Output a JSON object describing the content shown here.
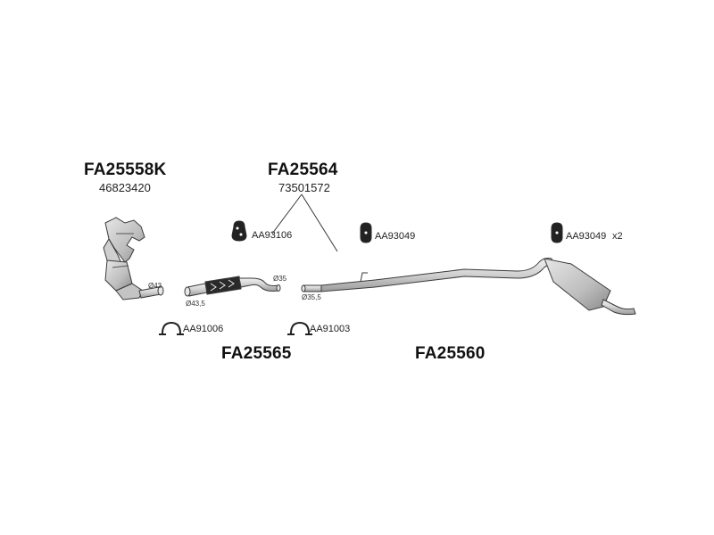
{
  "groups": {
    "manifold": {
      "code": "FA25558K",
      "oem": "46823420",
      "dia_out": "Ø43"
    },
    "front_pipe": {
      "code": "FA25564",
      "oem": "73501572"
    },
    "middle": {
      "code": "FA25565",
      "dia_in": "Ø43,5",
      "dia_out": "Ø35"
    },
    "rear": {
      "code": "FA25560",
      "dia_in": "Ø35,5"
    }
  },
  "fittings": {
    "mount_front": "AA93106",
    "mount_mid": "AA93049",
    "mount_rear": "AA93049",
    "mount_rear_qty": "x2",
    "clamp_1": "AA91006",
    "clamp_2": "AA91003"
  },
  "colors": {
    "line": "#3a3a3a",
    "part_fill": "#d9d9d9",
    "part_dark": "#222222"
  }
}
